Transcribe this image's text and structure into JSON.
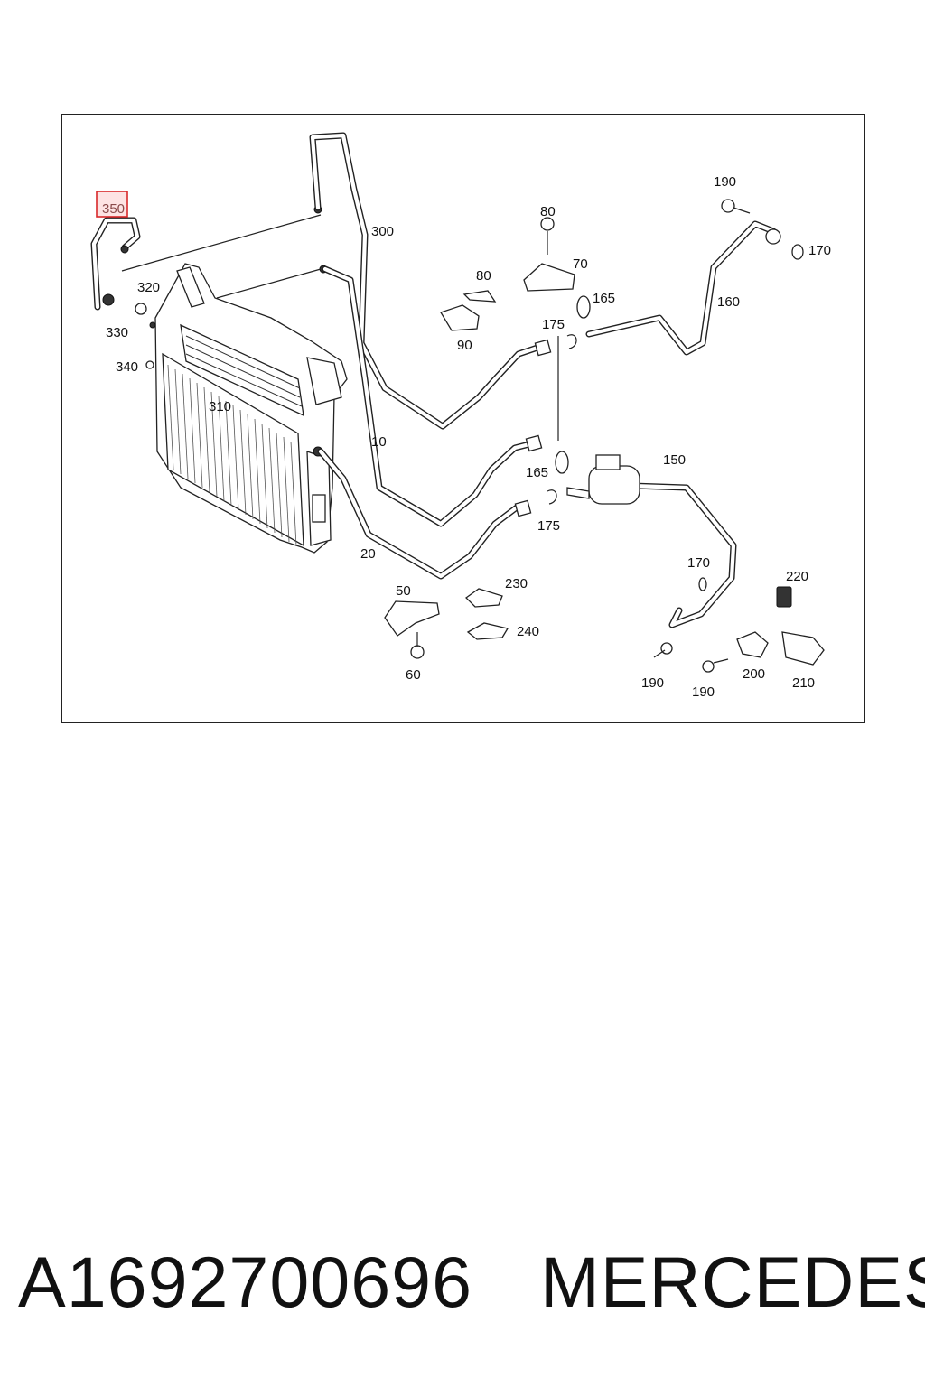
{
  "diagram": {
    "highlighted_label": "350",
    "callouts": {
      "c350": "350",
      "c330": "330",
      "c340": "340",
      "c320": "320",
      "c310": "310",
      "c300": "300",
      "c10": "10",
      "c20": "20",
      "c80a": "80",
      "c80b": "80",
      "c70": "70",
      "c90": "90",
      "c165a": "165",
      "c165b": "165",
      "c175a": "175",
      "c175b": "175",
      "c160": "160",
      "c190a": "190",
      "c190b": "190",
      "c190c": "190",
      "c170a": "170",
      "c170b": "170",
      "c150": "150",
      "c50": "50",
      "c60": "60",
      "c230": "230",
      "c240": "240",
      "c220": "220",
      "c200": "200",
      "c210": "210"
    }
  },
  "footer": {
    "part_number": "A1692700696",
    "brand": "MERCEDES"
  }
}
